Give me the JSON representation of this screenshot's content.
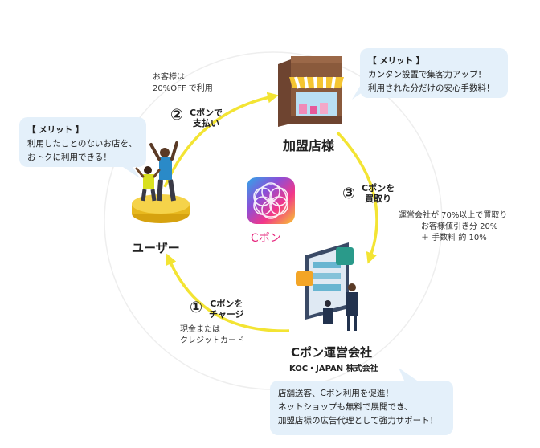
{
  "merit_user": {
    "title": "【 メリット 】",
    "line1": "利用したことのないお店を、",
    "line2": "おトクに利用できる！"
  },
  "merit_store": {
    "title": "【 メリット 】",
    "line1": "カンタン設置で集客力アップ！",
    "line2": "利用された分だけの安心手数料！"
  },
  "merit_operator": {
    "line1": "店舗送客、Cポン利用を促進！",
    "line2": "ネットショップも無料で展開でき、",
    "line3": "加盟店様の広告代理として強力サポート！"
  },
  "step2": {
    "num": "②",
    "label1": "Cポンで",
    "label2": "支払い",
    "note1": "お客様は",
    "note2": "20%OFF で利用"
  },
  "step3": {
    "num": "③",
    "label1": "Cポンを",
    "label2": "買取り",
    "note1": "運営会社が 70%以上で買取り",
    "note2": "お客様値引き分 20%",
    "note3": "＋ 手数料 約 10%"
  },
  "step1": {
    "num": "①",
    "label1": "Cポンを",
    "label2": "チャージ",
    "note1": "現金または",
    "note2": "クレジットカード"
  },
  "store": {
    "name": "加盟店様"
  },
  "user": {
    "name": "ユーザー"
  },
  "operator": {
    "name": "Cポン運営会社",
    "company": "KOC・JAPAN 株式会社"
  },
  "app": {
    "name": "Cポン"
  },
  "colors": {
    "arrow": "#f3e433",
    "bubble": "#e4f0fa",
    "app_text": "#e6287e"
  }
}
